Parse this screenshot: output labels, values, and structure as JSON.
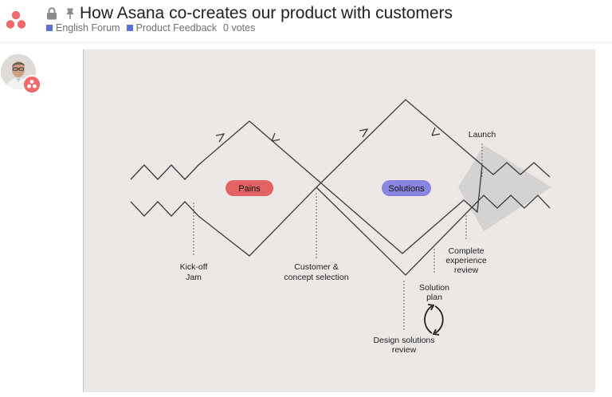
{
  "header": {
    "title": "How Asana co-creates our product with customers",
    "categories": [
      "English Forum",
      "Product Feedback"
    ],
    "votes": "0 votes",
    "category_color": "#5b6fd6"
  },
  "post": {
    "image": {
      "pills": {
        "pains": "Pains",
        "solutions": "Solutions"
      },
      "pill_colors": {
        "pains": "#e36262",
        "solutions": "#8a85e0"
      },
      "labels": {
        "launch": "Launch",
        "kickoff_1": "Kick-off",
        "kickoff_2": "Jam",
        "customer_1": "Customer &",
        "customer_2": "concept selection",
        "complete_1": "Complete",
        "complete_2": "experience",
        "complete_3": "review",
        "solution_1": "Solution",
        "solution_2": "plan",
        "design_1": "Design solutions",
        "design_2": "review"
      }
    }
  }
}
